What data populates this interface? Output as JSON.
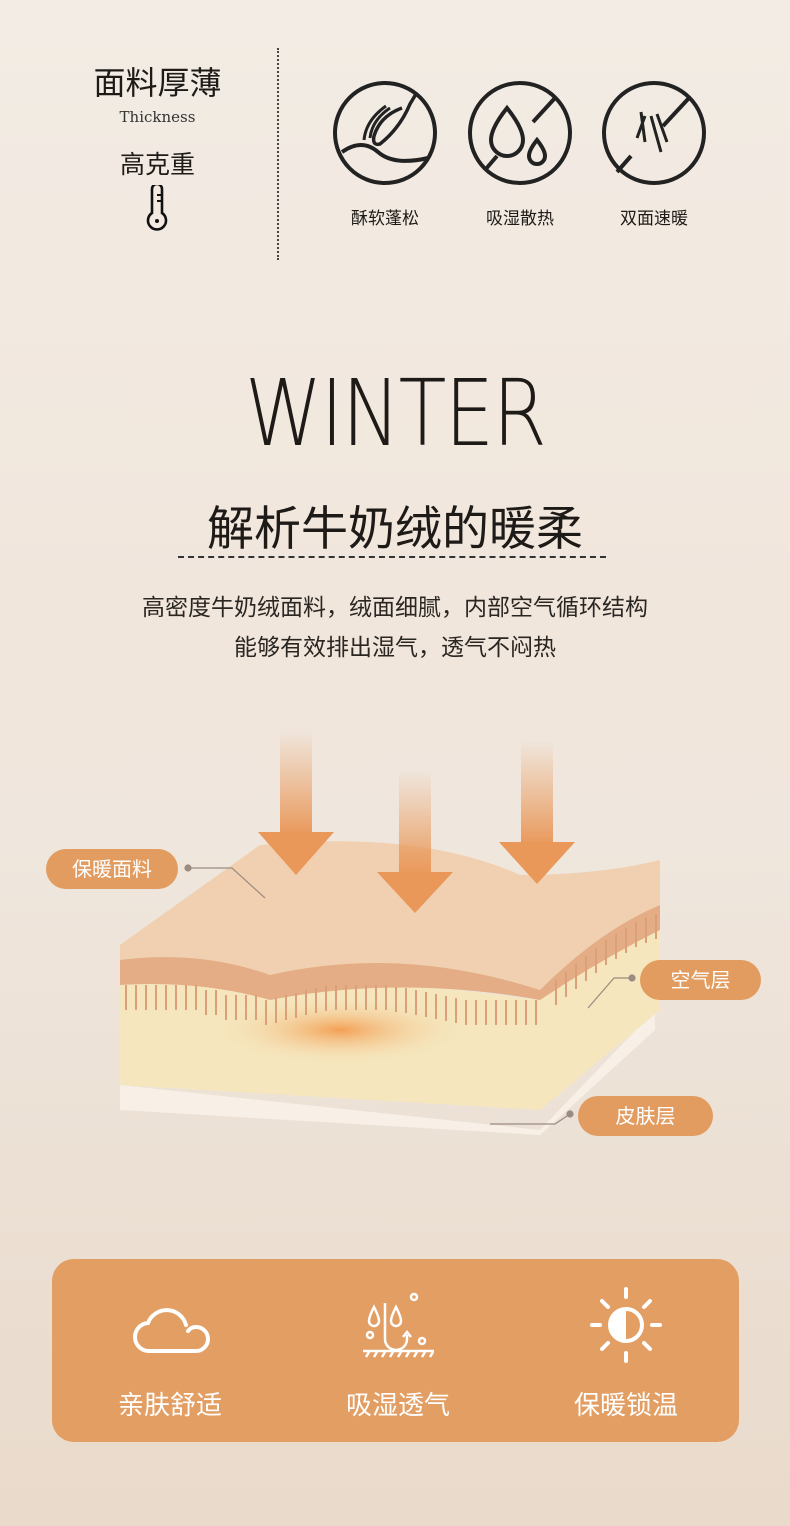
{
  "thickness": {
    "title": "面料厚薄",
    "subtitle": "Thickness",
    "value": "高克重"
  },
  "features": [
    {
      "label": "酥软蓬松",
      "icon": "soft-hand-icon"
    },
    {
      "label": "吸湿散热",
      "icon": "water-drop-icon"
    },
    {
      "label": "双面速暖",
      "icon": "double-arrow-icon"
    }
  ],
  "hero": {
    "word": "WINTER",
    "subtitle": "解析牛奶绒的暖柔",
    "desc_line1": "高密度牛奶绒面料，绒面细腻，内部空气循环结构",
    "desc_line2": "能够有效排出湿气，透气不闷热"
  },
  "diagram": {
    "labels": {
      "fabric": "保暖面料",
      "air": "空气层",
      "skin": "皮肤层"
    }
  },
  "benefits": [
    {
      "label": "亲肤舒适",
      "icon": "cloud-icon"
    },
    {
      "label": "吸湿透气",
      "icon": "moisture-wicking-icon"
    },
    {
      "label": "保暖锁温",
      "icon": "sun-icon"
    }
  ],
  "colors": {
    "accent": "#e39e63",
    "text": "#1e1a17"
  }
}
